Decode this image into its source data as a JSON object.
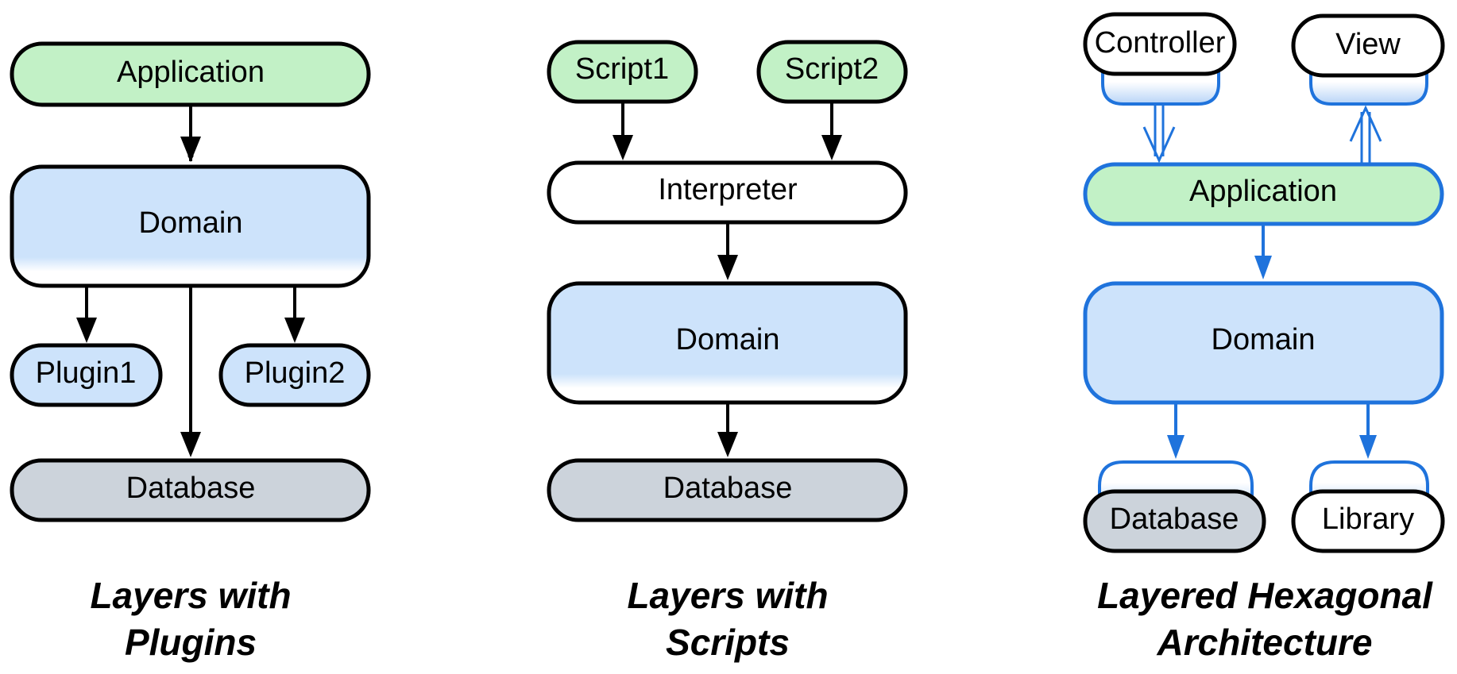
{
  "colors": {
    "green": "#c2f1c6",
    "blue": "#cde3fb",
    "gray": "#ccd3db",
    "white": "#ffffff",
    "black": "#000000",
    "accent_blue": "#1f73dc"
  },
  "plugins": {
    "application": "Application",
    "domain": "Domain",
    "plugin1": "Plugin1",
    "plugin2": "Plugin2",
    "database": "Database",
    "caption_line1": "Layers with",
    "caption_line2": "Plugins"
  },
  "scripts": {
    "script1": "Script1",
    "script2": "Script2",
    "interpreter": "Interpreter",
    "domain": "Domain",
    "database": "Database",
    "caption_line1": "Layers with",
    "caption_line2": "Scripts"
  },
  "hexagonal": {
    "controller": "Controller",
    "view": "View",
    "application": "Application",
    "domain": "Domain",
    "database": "Database",
    "library": "Library",
    "caption_line1": "Layered Hexagonal",
    "caption_line2": "Architecture"
  }
}
